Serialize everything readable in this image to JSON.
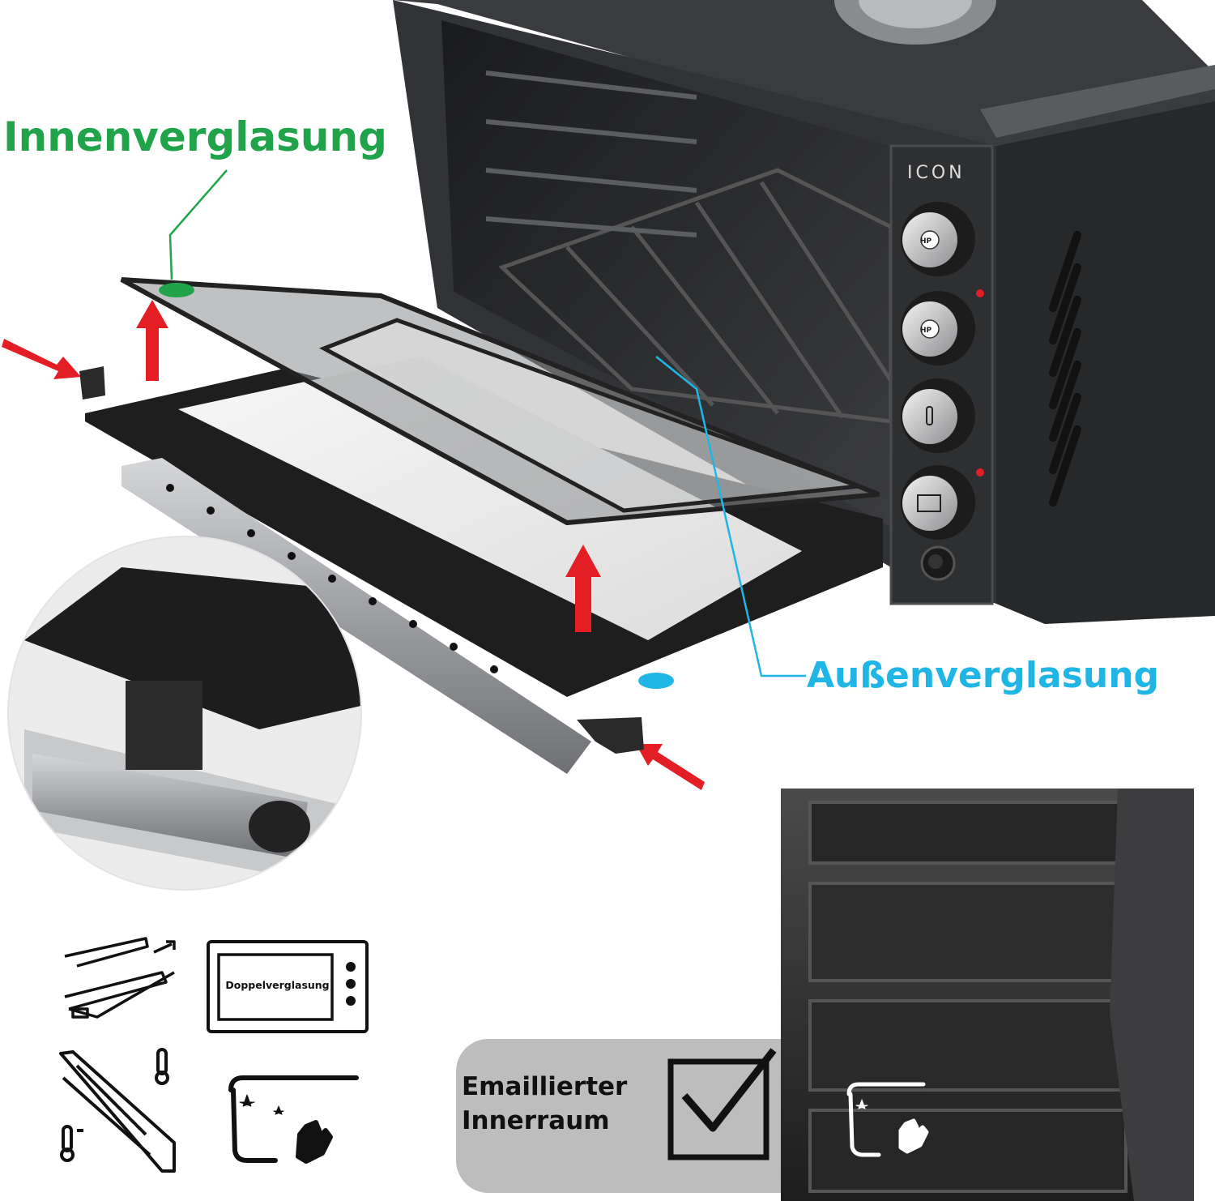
{
  "labels": {
    "inner_glazing": "Innenverglasung",
    "outer_glazing": "Außenverglasung",
    "brand": "ICON",
    "knob_hp": "HP",
    "double_glazing": "Doppelverglasung",
    "enamel_line1": "Emaillierter",
    "enamel_line2": "Innerraum"
  },
  "colors": {
    "inner_accent": "#21a34a",
    "outer_accent": "#1fb6e6",
    "arrow_red": "#e31e24",
    "oven_body": "#2b2c2e",
    "panel_gray": "#bdbdbd"
  },
  "icons": [
    "removable-door-icon",
    "double-glazing-oven-icon",
    "door-temperature-icon",
    "easy-clean-icon",
    "checkmark-icon",
    "easy-clean-icon"
  ]
}
